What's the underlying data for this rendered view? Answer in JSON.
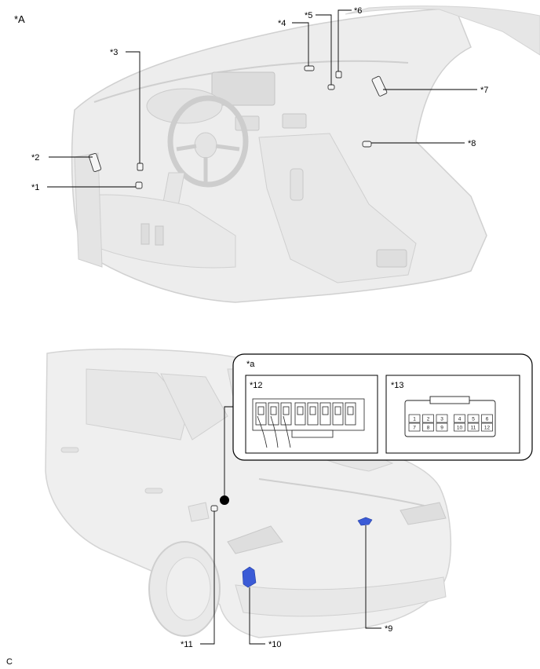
{
  "figure": {
    "view_label": "*A",
    "footer": "C",
    "inset_label": "*a",
    "callouts": {
      "c1": "*1",
      "c2": "*2",
      "c3": "*3",
      "c4": "*4",
      "c5": "*5",
      "c6": "*6",
      "c7": "*7",
      "c8": "*8",
      "c9": "*9",
      "c10": "*10",
      "c11": "*11",
      "c12": "*12",
      "c13": "*13"
    },
    "connector_13_pins": [
      "1",
      "2",
      "3",
      "4",
      "5",
      "6",
      "7",
      "8",
      "9",
      "10",
      "11",
      "12"
    ]
  },
  "colors": {
    "interior": "#eeeeee",
    "interior_line": "#c9c9c9",
    "vehicle_body": "#efefef",
    "part_highlight": "#3b5bd6",
    "leader": "#000000"
  }
}
